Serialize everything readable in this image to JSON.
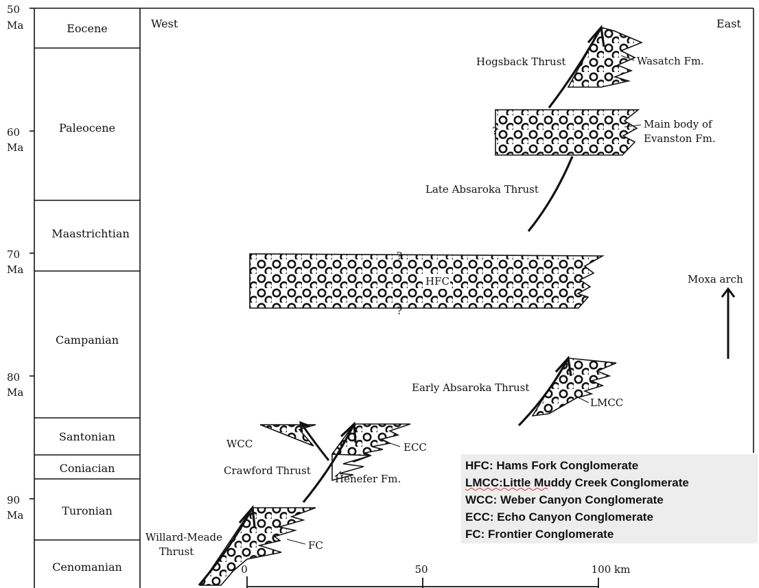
{
  "time_axis": {
    "ticks": [
      {
        "value": "50",
        "unit": "Ma"
      },
      {
        "value": "60",
        "unit": "Ma"
      },
      {
        "value": "70",
        "unit": "Ma"
      },
      {
        "value": "80",
        "unit": "Ma"
      },
      {
        "value": "90",
        "unit": "Ma"
      }
    ]
  },
  "stages": [
    {
      "name": "Eocene"
    },
    {
      "name": "Paleocene"
    },
    {
      "name": "Maastrichtian"
    },
    {
      "name": "Campanian"
    },
    {
      "name": "Santonian"
    },
    {
      "name": "Coniacian"
    },
    {
      "name": "Turonian"
    },
    {
      "name": "Cenomanian"
    }
  ],
  "directions": {
    "west": "West",
    "east": "East"
  },
  "labels": {
    "hogsback_thrust": "Hogsback Thrust",
    "wasatch_fm": "Wasatch Fm.",
    "main_body_line1": "Main body of",
    "main_body_line2": "Evanston Fm.",
    "late_absaroka_thrust": "Late Absaroka Thrust",
    "hfc": "HFC",
    "question_mark": "?",
    "moxa_arch": "Moxa arch",
    "early_absaroka_thrust": "Early Absaroka Thrust",
    "lmcc": "LMCC",
    "wcc": "WCC",
    "ecc": "ECC",
    "crawford_thrust": "Crawford Thrust",
    "henefer_fm": "Henefer Fm.",
    "willard_line1": "Willard-Meade",
    "willard_line2": "Thrust",
    "fc": "FC"
  },
  "scale_bar": {
    "ticks": [
      "0",
      "50",
      "100 km"
    ]
  },
  "legend": {
    "items": [
      "HFC: Hams Fork Conglomerate",
      "LMCC:Little Muddy Creek Conglomerate",
      "WCC: Weber Canyon Conglomerate",
      "ECC: Echo Canyon Conglomerate",
      "FC: Frontier Conglomerate"
    ]
  },
  "colors": {
    "line": "#111111",
    "legend_bg": "#ededed",
    "underline": "#e03030"
  }
}
